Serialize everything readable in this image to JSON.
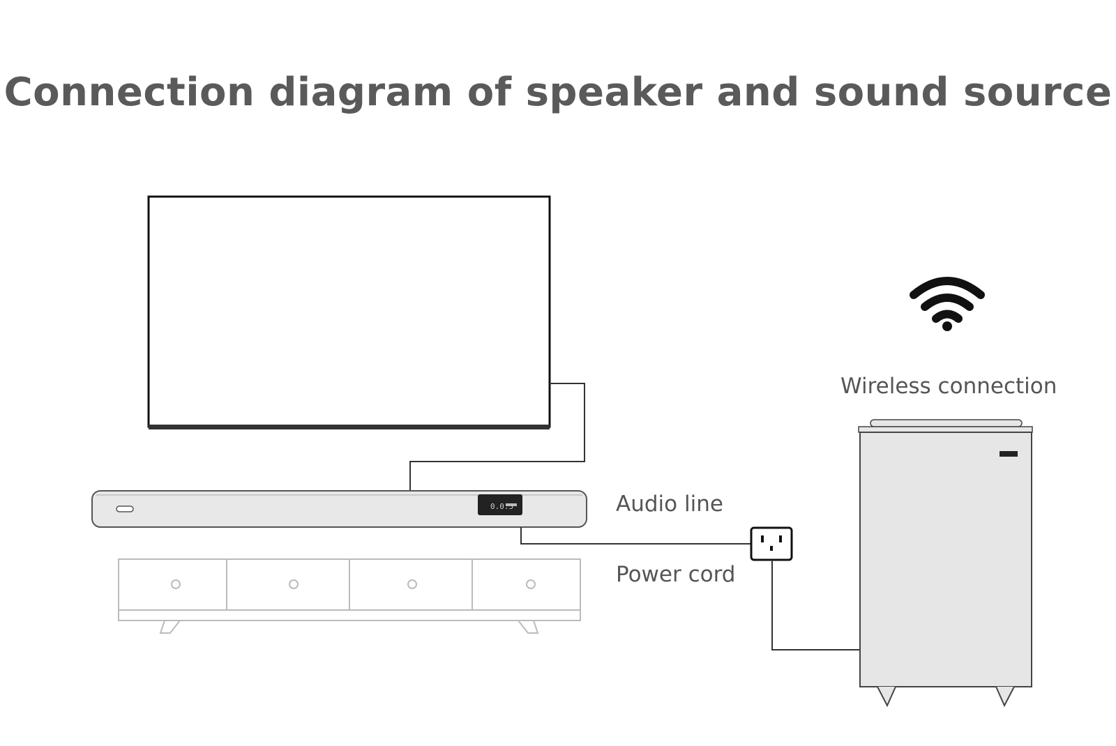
{
  "title": "Connection diagram of speaker and sound source",
  "labels": {
    "wireless": "Wireless connection",
    "audio": "Audio line",
    "power": "Power cord"
  },
  "soundbar_display": "0.0.5",
  "icons": {
    "wireless": "wifi-icon",
    "outlet": "power-outlet-icon"
  },
  "colors": {
    "title": "#5a5a5a",
    "label": "#555555",
    "line": "#333333",
    "device_fill": "#e6e6e6",
    "cabinet_stroke": "#bbbbbb"
  }
}
